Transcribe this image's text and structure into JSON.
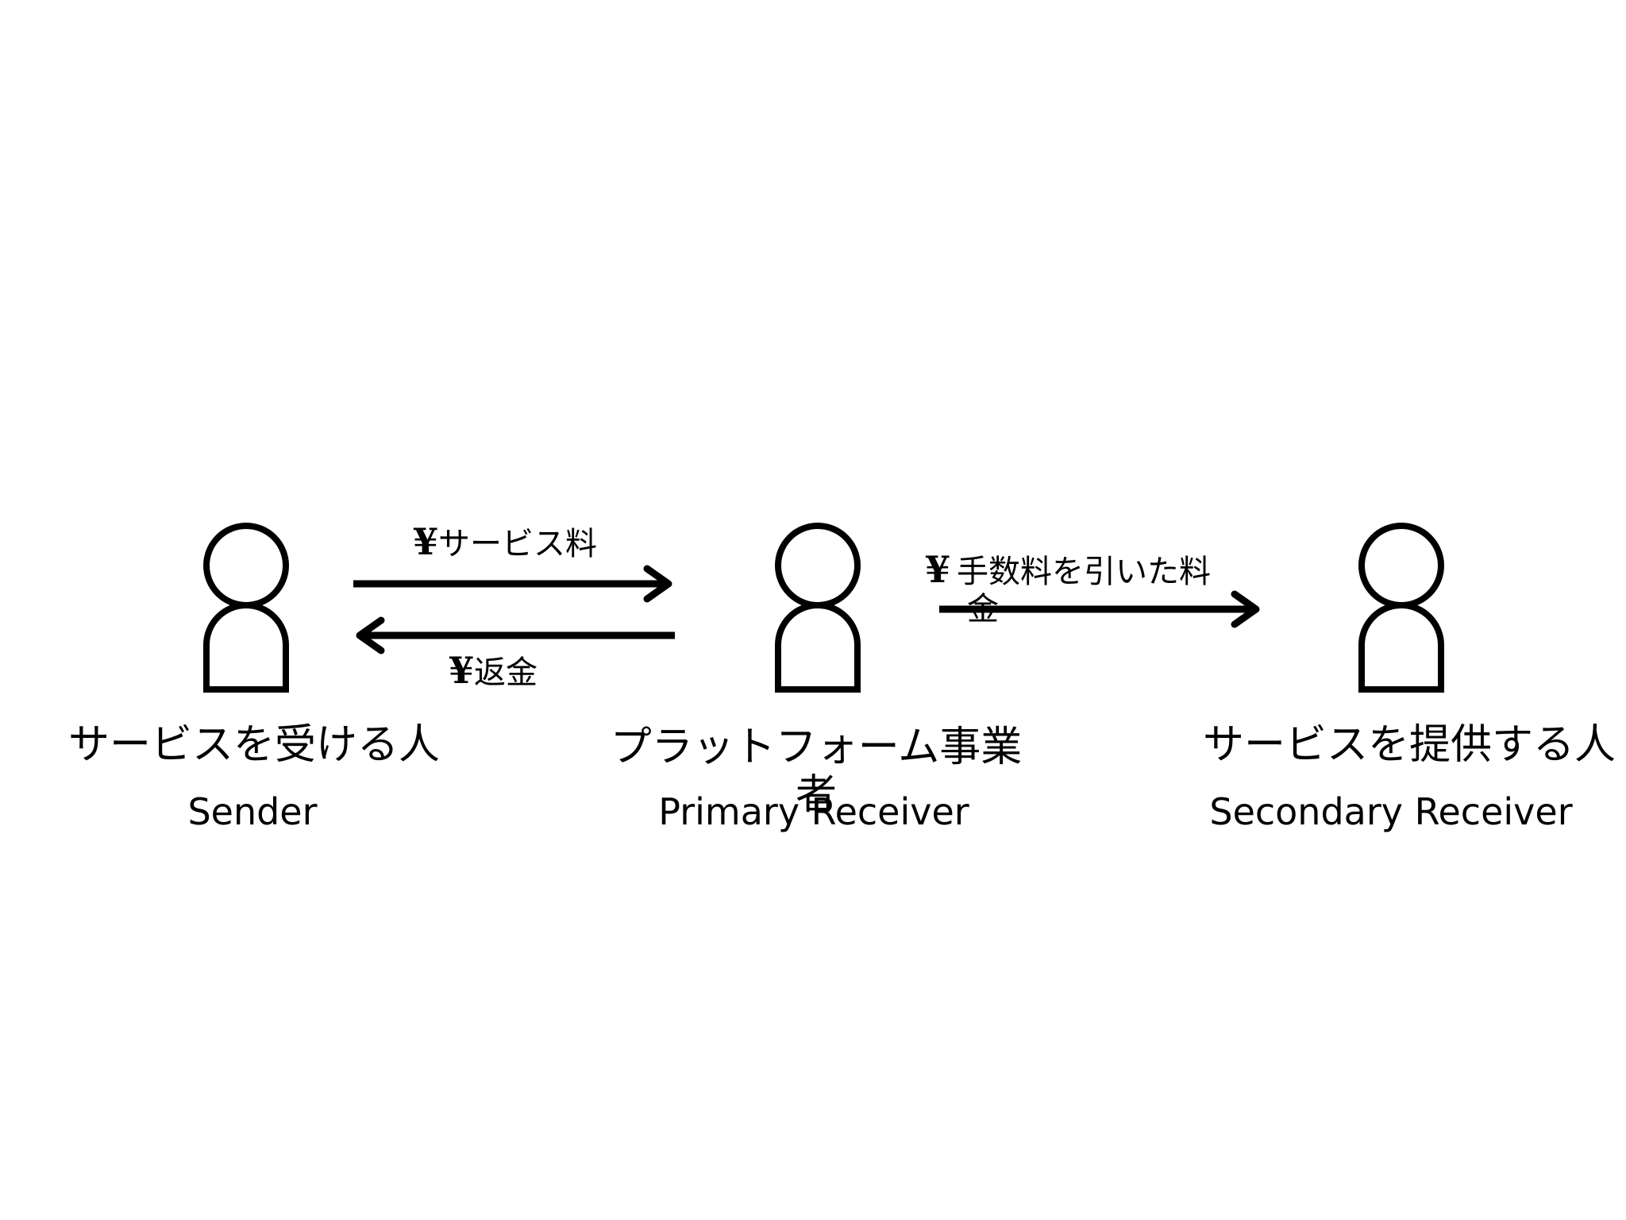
{
  "nodes": [
    {
      "id": "sender",
      "jp": "サービスを受ける人",
      "jp_line2": "",
      "en": "Sender"
    },
    {
      "id": "primary",
      "jp": "プラットフォーム事業",
      "jp_line2": "者",
      "en": "Primary Receiver"
    },
    {
      "id": "secondary",
      "jp": "サービスを提供する人",
      "jp_line2": "",
      "en": "Secondary Receiver"
    }
  ],
  "flows": {
    "service_fee": {
      "symbol": "¥",
      "label": "サービス料"
    },
    "refund": {
      "symbol": "¥",
      "label": "返金"
    },
    "net_payment": {
      "symbol": "¥",
      "label": "手数料を引いた料",
      "label_line2": "金"
    }
  }
}
